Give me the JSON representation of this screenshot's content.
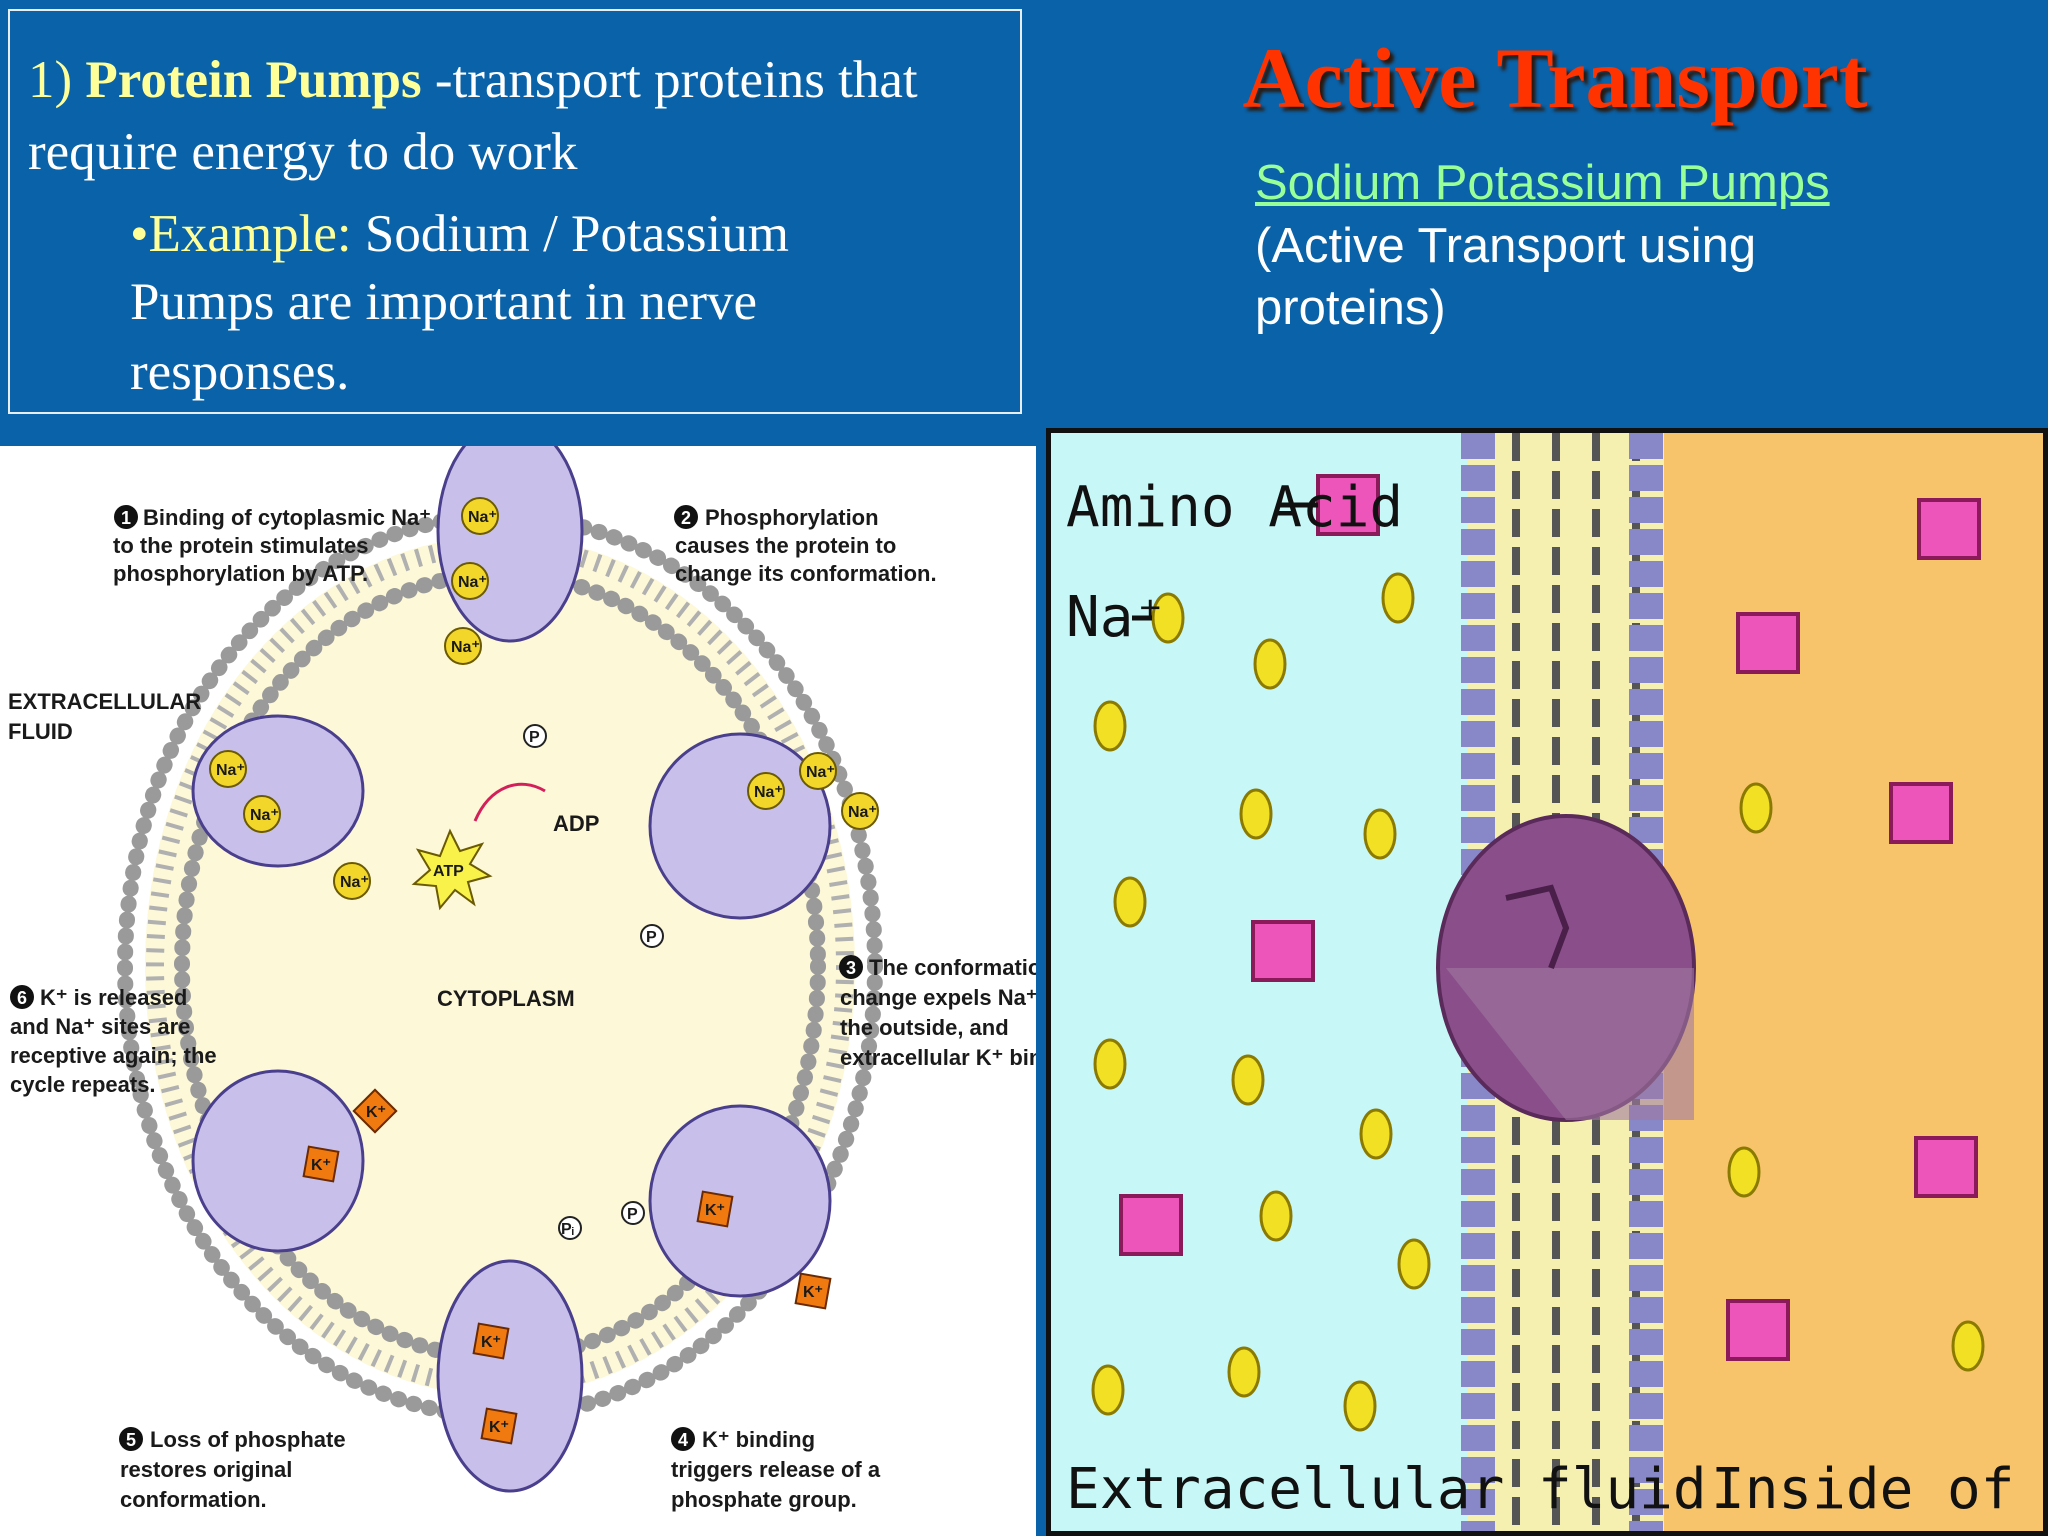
{
  "definition": {
    "number": "1)",
    "term": "Protein Pumps",
    "rest1": " -transport proteins that",
    "line2": "require energy to do work",
    "example_bullet": "•Example:",
    "example_rest": " Sodium / Potassium",
    "example_line2": "Pumps are important in nerve",
    "example_line3": "responses."
  },
  "title": "Active Transport",
  "subtitle": {
    "link": "Sodium Potassium Pumps",
    "line2": "(Active Transport using",
    "line3": "proteins)"
  },
  "left_diagram": {
    "region_outside": [
      "EXTRACELLULAR",
      "FLUID"
    ],
    "region_inside": "CYTOPLASM",
    "steps": [
      {
        "num": "1",
        "lines": [
          "Binding of cytoplasmic Na⁺",
          "to the protein stimulates",
          "phosphorylation by ATP."
        ]
      },
      {
        "num": "2",
        "lines": [
          "Phosphorylation",
          "causes the protein to",
          "change its conformation."
        ]
      },
      {
        "num": "3",
        "lines": [
          "The conformational",
          "change expels Na⁺ to",
          "the outside, and",
          "extracellular K⁺ binds."
        ]
      },
      {
        "num": "4",
        "lines": [
          "K⁺ binding",
          "triggers release of a",
          "phosphate group."
        ]
      },
      {
        "num": "5",
        "lines": [
          "Loss of phosphate",
          "restores original",
          "conformation."
        ]
      },
      {
        "num": "6",
        "lines": [
          "K⁺ is released",
          "and Na⁺ sites are",
          "receptive again; the",
          "cycle repeats."
        ]
      }
    ],
    "atp": "ATP",
    "adp": "ADP",
    "na_label": "Na⁺",
    "k_label": "K⁺",
    "p_label": "P",
    "pi_label": "Pᵢ"
  },
  "right_diagram": {
    "legend_amino": "Amino Acid",
    "legend_na": "Na⁺",
    "outside_label": "Extracellular fluid",
    "inside_label": "Inside of Cell"
  },
  "colors": {
    "background": "#0a62a8",
    "title": "#ff3300",
    "link": "#99ff99",
    "highlight": "#ffff99",
    "extracellular": "#c8f7f7",
    "cell_inside": "#f7c46c",
    "pump": "#8a4f8a",
    "amino_acid": "#ee55bb",
    "sodium": "#f2e024"
  }
}
